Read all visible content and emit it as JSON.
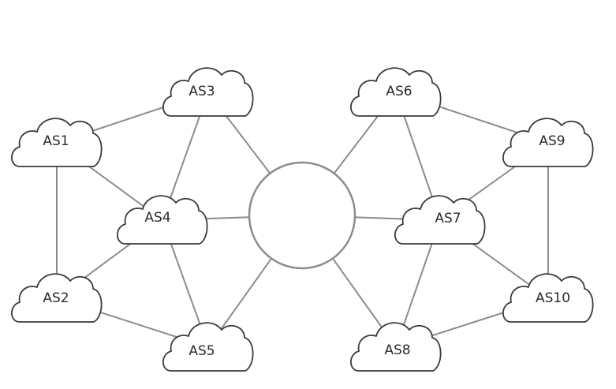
{
  "diagram": {
    "nodes": [
      {
        "id": "AS1",
        "label": "AS1"
      },
      {
        "id": "AS2",
        "label": "AS2"
      },
      {
        "id": "AS3",
        "label": "AS3"
      },
      {
        "id": "AS4",
        "label": "AS4"
      },
      {
        "id": "AS5",
        "label": "AS5"
      },
      {
        "id": "AS6",
        "label": "AS6"
      },
      {
        "id": "AS7",
        "label": "AS7"
      },
      {
        "id": "AS8",
        "label": "AS8"
      },
      {
        "id": "AS9",
        "label": "AS9"
      },
      {
        "id": "AS10",
        "label": "AS10"
      }
    ],
    "hub": {
      "id": "hub",
      "label": ""
    },
    "edges": [
      [
        "AS1",
        "AS3"
      ],
      [
        "AS1",
        "AS4"
      ],
      [
        "AS1",
        "AS2"
      ],
      [
        "AS2",
        "AS4"
      ],
      [
        "AS2",
        "AS5"
      ],
      [
        "AS3",
        "AS4"
      ],
      [
        "AS3",
        "hub"
      ],
      [
        "AS4",
        "AS5"
      ],
      [
        "AS4",
        "hub"
      ],
      [
        "AS5",
        "hub"
      ],
      [
        "AS6",
        "AS9"
      ],
      [
        "AS6",
        "AS7"
      ],
      [
        "AS6",
        "hub"
      ],
      [
        "AS7",
        "AS9"
      ],
      [
        "AS7",
        "AS10"
      ],
      [
        "AS7",
        "AS8"
      ],
      [
        "AS7",
        "hub"
      ],
      [
        "AS8",
        "AS10"
      ],
      [
        "AS8",
        "hub"
      ],
      [
        "AS9",
        "AS10"
      ]
    ]
  }
}
